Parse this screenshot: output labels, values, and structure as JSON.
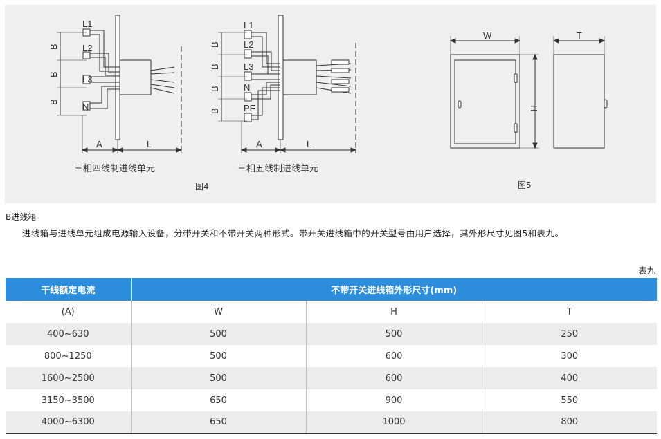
{
  "figure4": {
    "left_unit_title": "三相四线制进线单元",
    "right_unit_title": "三相五线制进线单元",
    "caption": "图4",
    "left_labels": [
      "L1",
      "L2",
      "L3",
      "N"
    ],
    "right_labels": [
      "L1",
      "L2",
      "L3",
      "N",
      "PE"
    ],
    "dim_b": "B",
    "dim_a": "A",
    "dim_l": "L"
  },
  "figure5": {
    "caption": "图5",
    "dim_w": "W",
    "dim_h": "H",
    "dim_t": "T"
  },
  "section": {
    "title": "B进线箱",
    "paragraph": "进线箱与进线单元组成电源输入设备，分带开关和不带开关两种形式。带开关进线箱中的开关型号由用户选择，其外形尺寸见图5和表九。"
  },
  "table": {
    "label": "表九",
    "col1_header": "干线额定电流",
    "group_header": "不带开关进线箱外形尺寸(mm)",
    "col1_unit": "(A)",
    "subheaders": [
      "W",
      "H",
      "T"
    ],
    "rows": [
      [
        "400~630",
        "500",
        "500",
        "250"
      ],
      [
        "800~1250",
        "500",
        "600",
        "300"
      ],
      [
        "1600~2500",
        "500",
        "600",
        "400"
      ],
      [
        "3150~3500",
        "650",
        "900",
        "550"
      ],
      [
        "4000~6300",
        "650",
        "1000",
        "800"
      ]
    ]
  },
  "colors": {
    "header_blue": "#2b8ddc",
    "panel_gray": "#efefef",
    "row_gray": "#ececec"
  }
}
